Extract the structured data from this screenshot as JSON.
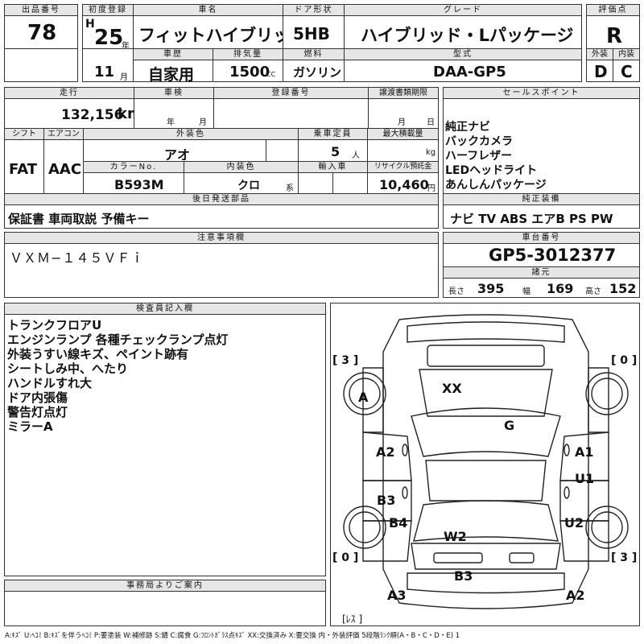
{
  "top": {
    "lot_label": "出品番号",
    "lot": "78",
    "first_reg_label": "初度登録",
    "era": "H",
    "year": "25",
    "year_unit": "年",
    "month": "11",
    "month_unit": "月",
    "name_label": "車名",
    "name": "フィットハイブリッド",
    "door_label": "ドア形状",
    "door": "5HB",
    "grade_label": "グレード",
    "grade": "ハイブリッド・Lパッケージ",
    "score_label": "評価点",
    "score": "R",
    "history_label": "車歴",
    "history": "自家用",
    "displacement_label": "排気量",
    "displacement": "1500",
    "displacement_unit": "CC",
    "fuel_label": "燃料",
    "fuel": "ガソリン",
    "model_label": "型式",
    "model": "DAA-GP5",
    "ext_label": "外装",
    "ext": "D",
    "int_label": "内装",
    "int": "C"
  },
  "row2": {
    "mileage_label": "走行",
    "mileage": "132,156",
    "mileage_unit": "km",
    "inspection_label": "車検",
    "insp_year_unit": "年",
    "insp_month_unit": "月",
    "reg_no_label": "登録番号",
    "transfer_label": "譲渡書類期限",
    "transfer_month_unit": "月",
    "transfer_day_unit": "日",
    "shift_label": "シフト",
    "shift": "FAT",
    "ac_label": "エアコン",
    "ac": "AAC",
    "color_label": "外装色",
    "color": "アオ",
    "capacity_label": "乗車定員",
    "capacity": "5",
    "capacity_unit": "人",
    "load_label": "最大積載量",
    "load_unit": "kg",
    "color_no_label": "カラーNo.",
    "color_no": "B593M",
    "int_color_label": "内装色",
    "int_color": "クロ",
    "int_color_unit": "系",
    "import_label": "輸入車",
    "recycle_label": "リサイクル預託金",
    "recycle": "10,460",
    "recycle_unit": "円"
  },
  "sales": {
    "title": "セールスポイント",
    "items": [
      "純正ナビ",
      "バックカメラ",
      "ハーフレザー",
      "LEDヘッドライト",
      "あんしんパッケージ"
    ]
  },
  "parts": {
    "title": "後日発送部品",
    "text": "保証書 車両取説 予備キー"
  },
  "equipment": {
    "title": "純正装備",
    "text": "ナビ TV ABS エアB PS PW"
  },
  "notes": {
    "title": "注意事項欄",
    "text": "ＶＸＭ−１４５ＶＦｉ"
  },
  "chassis": {
    "title": "車台番号",
    "value": "GP5-3012377"
  },
  "specs": {
    "title": "諸元",
    "length_label": "長さ",
    "length": "395",
    "width_label": "幅",
    "width": "169",
    "height_label": "高さ",
    "height": "152"
  },
  "inspector": {
    "title": "検査員記入欄",
    "items": [
      "トランクフロアU",
      "エンジンランプ 各種チェックランプ点灯",
      "外装うすい線キズ、ペイント跡有",
      "シートしみ中、へたり",
      "ハンドルすれ大",
      "ドア内張傷",
      "警告灯点灯",
      "ミラーA"
    ]
  },
  "office": {
    "title": "事務局よりご案内"
  },
  "diagram": {
    "tread_fl": "[ 3 ]",
    "tread_fr": "[ 0 ]",
    "tread_rl": "[ 0 ]",
    "tread_rr": "[ 3 ]",
    "marks": {
      "XX": "XX",
      "G": "G",
      "A_left": "A",
      "A2_left": "A2",
      "A1_right": "A1",
      "U1": "U1",
      "B3_left": "B3",
      "B4": "B4",
      "U2": "U2",
      "W2": "W2",
      "B3_rear": "B3",
      "A3": "A3",
      "A2_rear": "A2"
    },
    "spare": "[ﾚｽ ]"
  },
  "legend": "A:ｷｽﾞ U:ﾍｺﾐ B:ｷｽﾞを伴うﾍｺﾐ P:要塗装 W:補修跡 S:錆 C:腐食 G:ﾌﾛﾝﾄｶﾞﾗｽ点ｷｽﾞ XX:交換済み X:要交換 内・外装評価 5段階ﾗﾝｸ順(A・B・C・D・E) 1"
}
